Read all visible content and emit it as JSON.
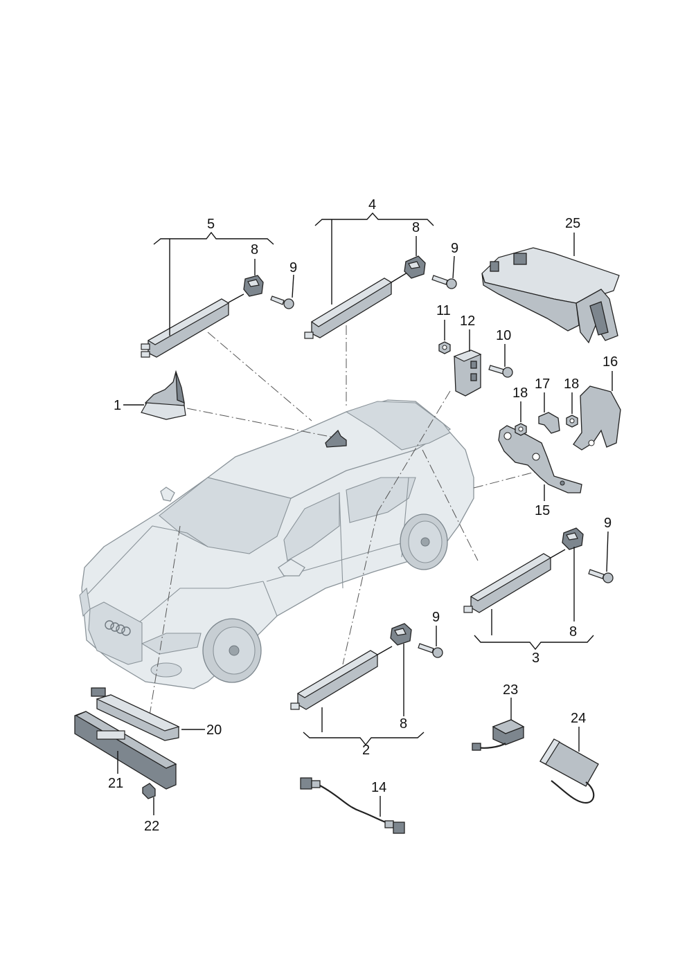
{
  "diagram": {
    "labels": {
      "p1": "1",
      "p2": "2",
      "p3": "3",
      "p4": "4",
      "p5": "5",
      "p8": "8",
      "p9": "9",
      "p10": "10",
      "p11": "11",
      "p12": "12",
      "p14": "14",
      "p15": "15",
      "p16": "16",
      "p17": "17",
      "p18": "18",
      "p20": "20",
      "p21": "21",
      "p22": "22",
      "p23": "23",
      "p24": "24",
      "p25": "25"
    },
    "emblem": "audi-four-rings"
  }
}
